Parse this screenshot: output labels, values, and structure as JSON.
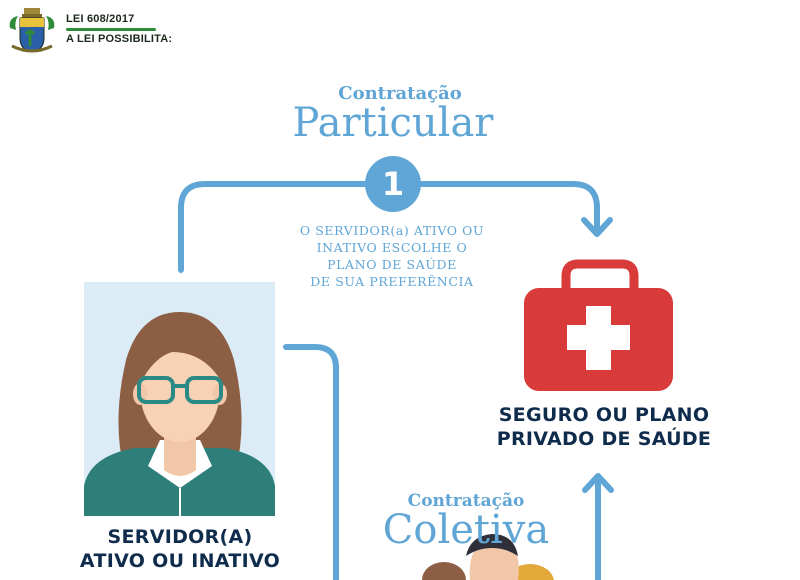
{
  "header": {
    "law_title": "LEI 608/2017",
    "law_subtitle": "A LEI POSSIBILITA:"
  },
  "private_contract": {
    "label_small": "Contratação",
    "label_big": "Particular",
    "step_number": "1",
    "description": [
      "O SERVIDOR(a) ATIVO OU",
      "INATIVO ESCOLHE O",
      "PLANO DE SAÚDE",
      "DE SUA PREFERÊNCIA"
    ]
  },
  "health_plan": {
    "icon": "first-aid-kit-icon",
    "caption": [
      "SEGURO OU PLANO",
      "PRIVADO DE SAÚDE"
    ]
  },
  "servant": {
    "icon": "woman-with-glasses-avatar",
    "caption": [
      "SERVIDOR(A)",
      "ATIVO OU INATIVO"
    ]
  },
  "collective_contract": {
    "label_small": "Contratação",
    "label_big": "Coletiva",
    "icon": "group-of-people-icon"
  },
  "colors": {
    "accent_blue": "#5fa6d6",
    "kit_red": "#d93a3a",
    "caption_navy": "#0f2c4c",
    "avatar_bg": "#dcecf6",
    "shirt_teal": "#2e7f7a"
  }
}
